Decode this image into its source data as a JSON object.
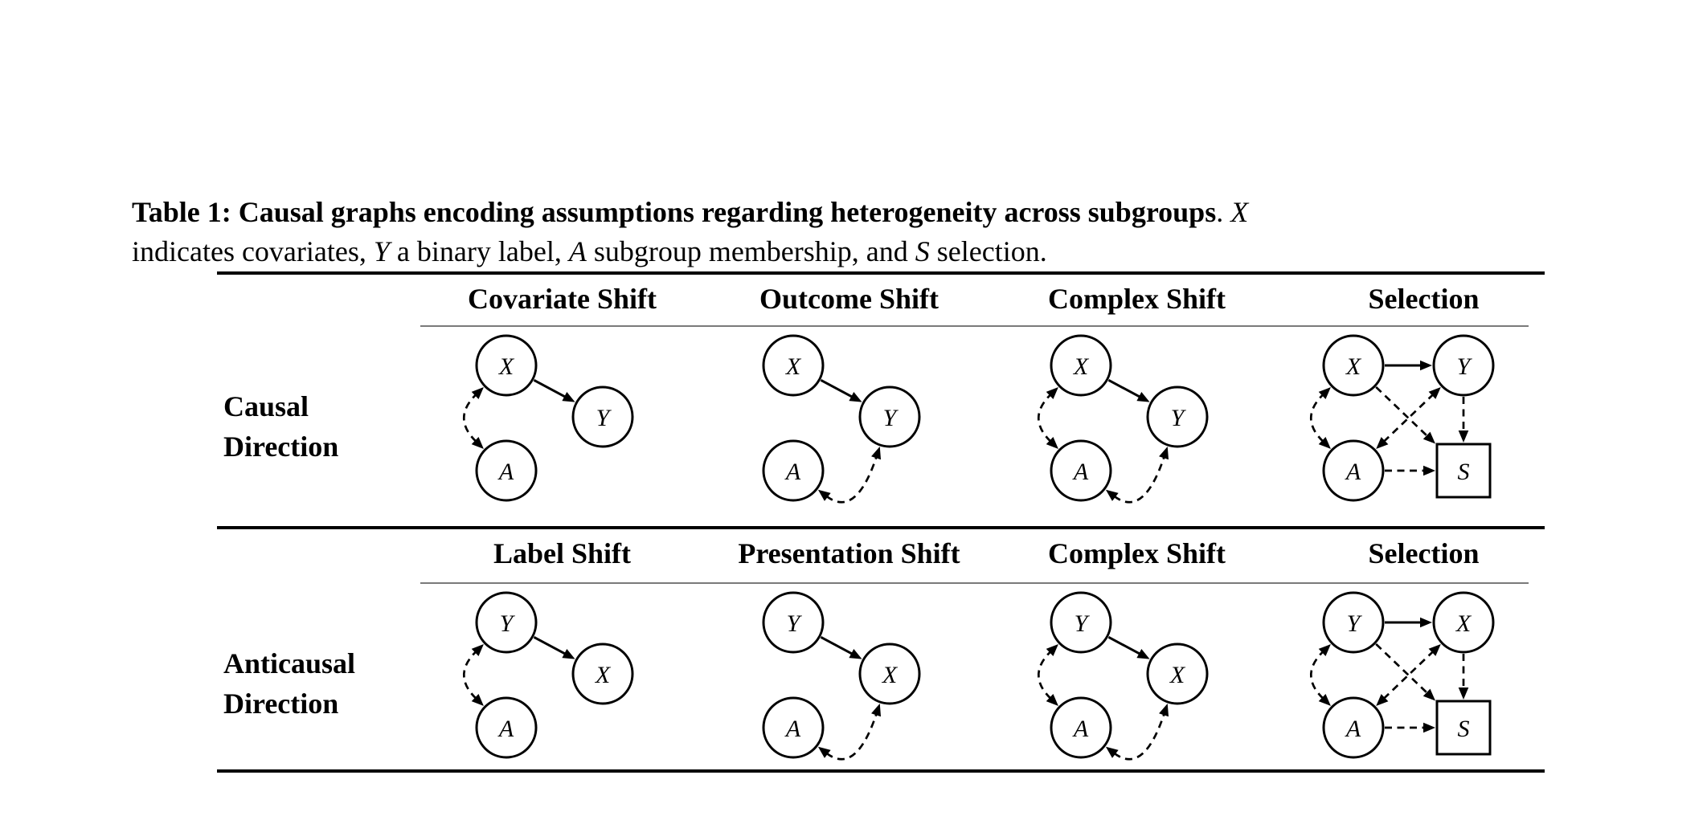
{
  "page": {
    "background": "#ffffff",
    "ink_color": "#000000",
    "thin_rule_color": "#7a7a7a"
  },
  "caption": {
    "segments": [
      {
        "text": "Table 1: Causal graphs encoding assumptions regarding heterogeneity across subgroups",
        "style": "bold"
      },
      {
        "text": ". ",
        "style": "normal"
      },
      {
        "text": "X",
        "style": "italic"
      },
      {
        "text": "indicates covariates, ",
        "style": "normal"
      },
      {
        "text": "Y",
        "style": "italic"
      },
      {
        "text": " a binary label, ",
        "style": "normal"
      },
      {
        "text": "A",
        "style": "italic"
      },
      {
        "text": " subgroup membership, and ",
        "style": "normal"
      },
      {
        "text": "S",
        "style": "italic"
      },
      {
        "text": " selection.",
        "style": "normal"
      }
    ]
  },
  "table": {
    "groups": [
      {
        "label_lines": [
          "Causal",
          "Direction"
        ],
        "headers": [
          "Covariate Shift",
          "Outcome Shift",
          "Complex Shift",
          "Selection"
        ],
        "graphs": [
          {
            "name": "causal-covariate-shift",
            "layout": "tri",
            "nodes": {
              "top": "X",
              "right": "Y",
              "bottom": "A"
            },
            "edges": [
              {
                "from": "top",
                "to": "right",
                "style": "solid",
                "heads": "end"
              },
              {
                "from": "bottom",
                "to": "top",
                "style": "dashed",
                "heads": "both",
                "curve": "left"
              }
            ]
          },
          {
            "name": "causal-outcome-shift",
            "layout": "tri",
            "nodes": {
              "top": "X",
              "right": "Y",
              "bottom": "A"
            },
            "edges": [
              {
                "from": "top",
                "to": "right",
                "style": "solid",
                "heads": "end"
              },
              {
                "from": "bottom",
                "to": "right",
                "style": "dashed",
                "heads": "both",
                "curve": "down"
              }
            ]
          },
          {
            "name": "causal-complex-shift",
            "layout": "tri",
            "nodes": {
              "top": "X",
              "right": "Y",
              "bottom": "A"
            },
            "edges": [
              {
                "from": "top",
                "to": "right",
                "style": "solid",
                "heads": "end"
              },
              {
                "from": "bottom",
                "to": "top",
                "style": "dashed",
                "heads": "both",
                "curve": "left"
              },
              {
                "from": "bottom",
                "to": "right",
                "style": "dashed",
                "heads": "both",
                "curve": "down"
              }
            ]
          },
          {
            "name": "causal-selection",
            "layout": "quad",
            "nodes": {
              "tl": "X",
              "tr": "Y",
              "bl": "A",
              "br": "S"
            },
            "edges": [
              {
                "from": "tl",
                "to": "tr",
                "style": "solid",
                "heads": "end"
              },
              {
                "from": "bl",
                "to": "tl",
                "style": "dashed",
                "heads": "both",
                "curve": "left"
              },
              {
                "from": "bl",
                "to": "tr",
                "style": "dashed",
                "heads": "both"
              },
              {
                "from": "tl",
                "to": "br",
                "style": "dashed",
                "heads": "end"
              },
              {
                "from": "tr",
                "to": "br",
                "style": "dashed",
                "heads": "end"
              },
              {
                "from": "bl",
                "to": "br",
                "style": "dashed",
                "heads": "end"
              }
            ]
          }
        ]
      },
      {
        "label_lines": [
          "Anticausal",
          "Direction"
        ],
        "headers": [
          "Label Shift",
          "Presentation Shift",
          "Complex Shift",
          "Selection"
        ],
        "graphs": [
          {
            "name": "anticausal-label-shift",
            "layout": "tri",
            "nodes": {
              "top": "Y",
              "right": "X",
              "bottom": "A"
            },
            "edges": [
              {
                "from": "top",
                "to": "right",
                "style": "solid",
                "heads": "end"
              },
              {
                "from": "bottom",
                "to": "top",
                "style": "dashed",
                "heads": "both",
                "curve": "left"
              }
            ]
          },
          {
            "name": "anticausal-presentation-shift",
            "layout": "tri",
            "nodes": {
              "top": "Y",
              "right": "X",
              "bottom": "A"
            },
            "edges": [
              {
                "from": "top",
                "to": "right",
                "style": "solid",
                "heads": "end"
              },
              {
                "from": "bottom",
                "to": "right",
                "style": "dashed",
                "heads": "both",
                "curve": "down"
              }
            ]
          },
          {
            "name": "anticausal-complex-shift",
            "layout": "tri",
            "nodes": {
              "top": "Y",
              "right": "X",
              "bottom": "A"
            },
            "edges": [
              {
                "from": "top",
                "to": "right",
                "style": "solid",
                "heads": "end"
              },
              {
                "from": "bottom",
                "to": "top",
                "style": "dashed",
                "heads": "both",
                "curve": "left"
              },
              {
                "from": "bottom",
                "to": "right",
                "style": "dashed",
                "heads": "both",
                "curve": "down"
              }
            ]
          },
          {
            "name": "anticausal-selection",
            "layout": "quad",
            "nodes": {
              "tl": "Y",
              "tr": "X",
              "bl": "A",
              "br": "S"
            },
            "edges": [
              {
                "from": "tl",
                "to": "tr",
                "style": "solid",
                "heads": "end"
              },
              {
                "from": "bl",
                "to": "tl",
                "style": "dashed",
                "heads": "both",
                "curve": "left"
              },
              {
                "from": "bl",
                "to": "tr",
                "style": "dashed",
                "heads": "both"
              },
              {
                "from": "tl",
                "to": "br",
                "style": "dashed",
                "heads": "end"
              },
              {
                "from": "tr",
                "to": "br",
                "style": "dashed",
                "heads": "end"
              },
              {
                "from": "bl",
                "to": "br",
                "style": "dashed",
                "heads": "end"
              }
            ]
          }
        ]
      }
    ]
  }
}
